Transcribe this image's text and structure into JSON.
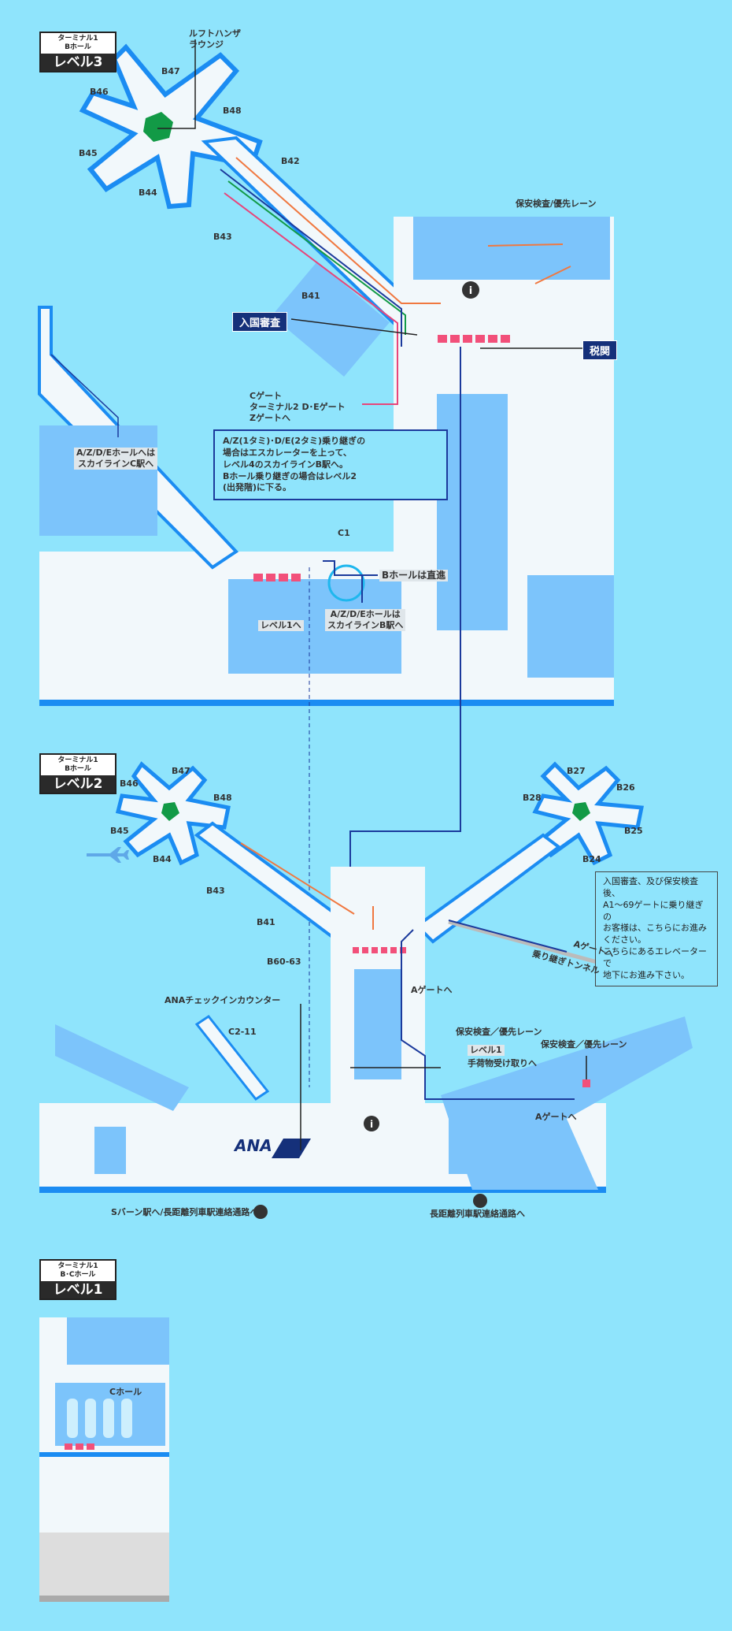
{
  "level3": {
    "badge": {
      "terminal": "ターミナル1",
      "hall": "Bホール",
      "level": "レベル3"
    },
    "lounge_label": "ルフトハンザ\nラウンジ",
    "gates": [
      "B47",
      "B46",
      "B48",
      "B45",
      "B44",
      "B42",
      "B43",
      "B41",
      "C1"
    ],
    "security_label": "保安検査/優先レーン",
    "immigration_tag": "入国審査",
    "customs_tag": "税関",
    "c_gate_label": "Cゲート\nターミナル2 D･Eゲート\nZゲートへ",
    "skyline_c_label": "A/Z/D/Eホールへは\nスカイラインC駅へ",
    "callout": "A/Z(1タミ)･D/E(2タミ)乗り継ぎの\n場合はエスカレーターを上って、\nレベル4のスカイラインB駅へ。\nBホール乗り継ぎの場合はレベル2\n(出発階)に下る。",
    "b_hall_straight": "Bホールは直進",
    "skyline_b_label": "A/Z/D/Eホールは\nスカイラインB駅へ",
    "to_level1": "レベル1へ"
  },
  "level2": {
    "badge": {
      "terminal": "ターミナル1",
      "hall": "Bホール",
      "level": "レベル2"
    },
    "gates_west": [
      "B47",
      "B46",
      "B48",
      "B45",
      "B44",
      "B43",
      "B41",
      "B60-63"
    ],
    "gates_east": [
      "B27",
      "B28",
      "B26",
      "B25",
      "B24"
    ],
    "info_note": "入国審査、及び保安検査後、\nA1～69ゲートに乗り継ぎの\nお客様は、こちらにお進み\nください。\nこちらにあるエレベーターで\n地下にお進み下さい。",
    "a_gate_tunnel": "Aゲートへ",
    "tunnel_label": "乗り継ぎトンネル",
    "a_gate_1": "Aゲートへ",
    "a_gate_2": "Aゲートへ",
    "ana_counter": "ANAチェックインカウンター",
    "ana_logo": "ANA",
    "c2_11": "C2-11",
    "security_1": "保安検査／優先レーン",
    "security_2": "保安検査／優先レーン",
    "baggage_level": "レベル1",
    "baggage_label": "手荷物受け取りへ",
    "sbahn": "Sバーン駅へ/長距離列車駅連絡通路へ",
    "long_distance": "長距離列車駅連絡通路へ"
  },
  "level1": {
    "badge": {
      "terminal": "ターミナル1",
      "hall": "B･Cホール",
      "level": "レベル1"
    },
    "c_hall": "Cホール"
  },
  "colors": {
    "water": "#8fe4fc",
    "floor": "#f2f8fb",
    "block": "#7cc4fb",
    "wall": "#1b8cf2",
    "route": "#1b3a9c",
    "arrow": "#f07840",
    "lounge": "#129a46"
  }
}
